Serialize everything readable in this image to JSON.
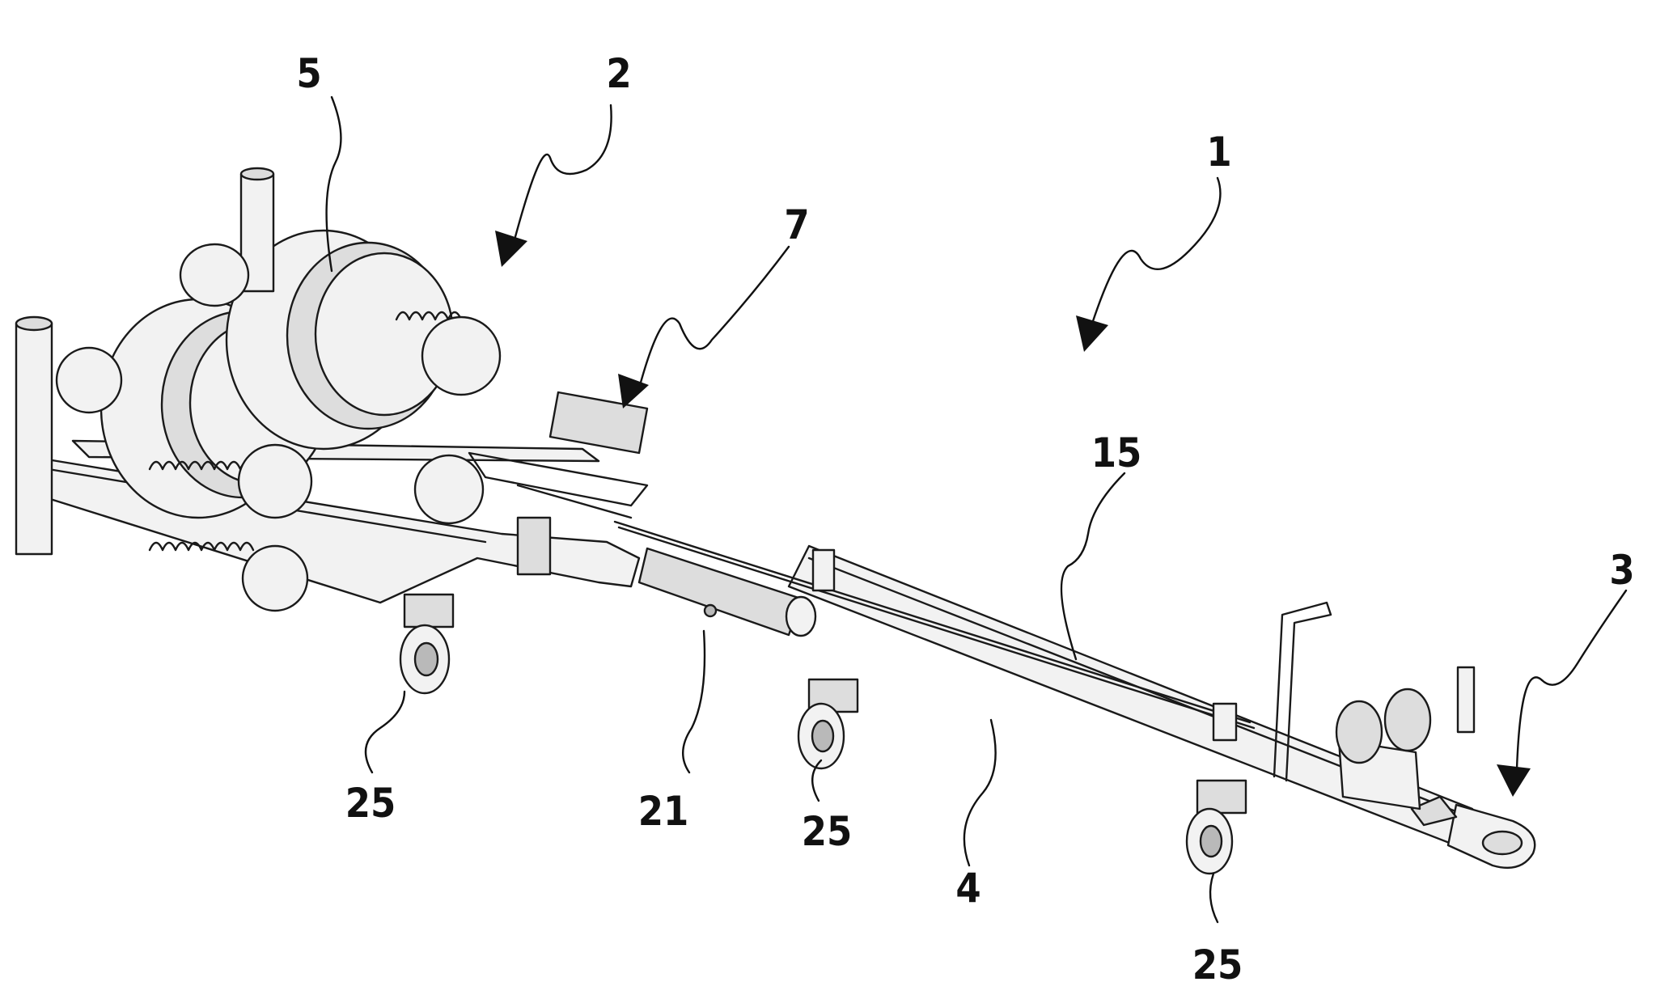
{
  "figure": {
    "labels": [
      "1",
      "2",
      "3",
      "4",
      "5",
      "7",
      "15",
      "21",
      "25",
      "25",
      "25"
    ]
  }
}
